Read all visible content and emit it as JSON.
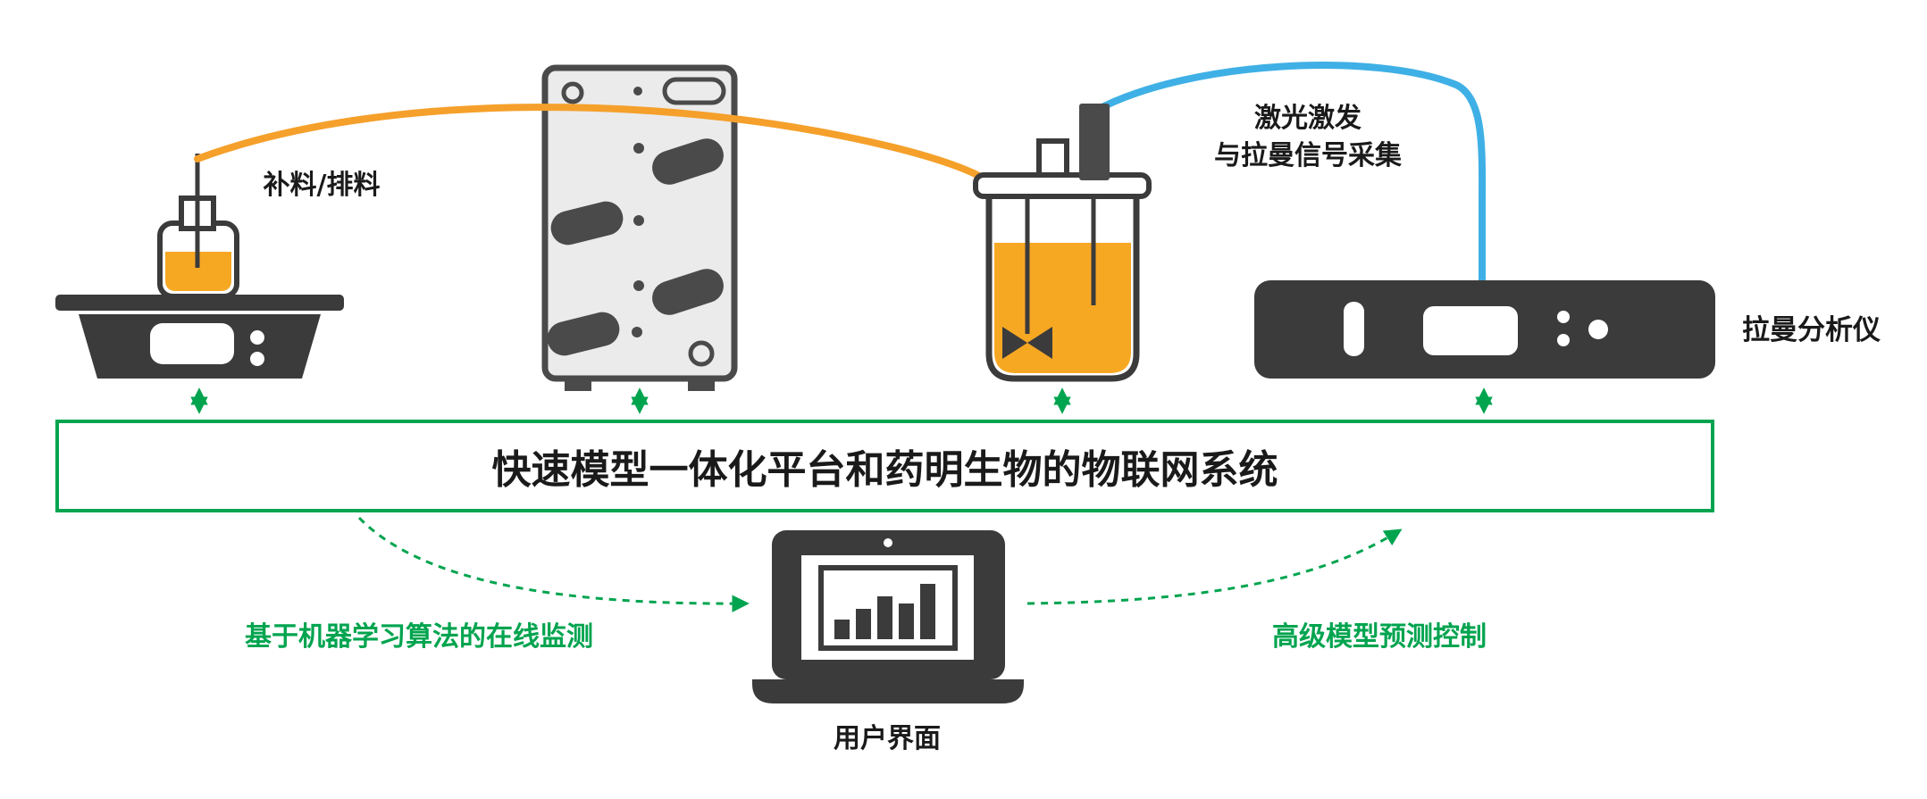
{
  "diagram": {
    "title": "快速模型一体化平台和药明生物的物联网系统",
    "labels": {
      "feed_drain": "补料/排料",
      "laser_line1": "激光激发",
      "laser_line2": "与拉曼信号采集",
      "raman_analyzer": "拉曼分析仪",
      "ml_monitoring": "基于机器学习算法的在线监测",
      "model_predictive_control": "高级模型预测控制",
      "user_interface": "用户界面"
    },
    "icons": [
      "balance-scale",
      "feed-bottle",
      "pump-cabinet",
      "bioreactor",
      "raman-analyzer",
      "laptop-chart"
    ],
    "colors": {
      "green": "#00A44F",
      "orange_tube": "#F5A02B",
      "liquid_orange": "#F7A823",
      "blue_tube": "#3FB0E5",
      "device_dark": "#3B3B3B",
      "cabinet_gray": "#EBEBEB"
    }
  }
}
